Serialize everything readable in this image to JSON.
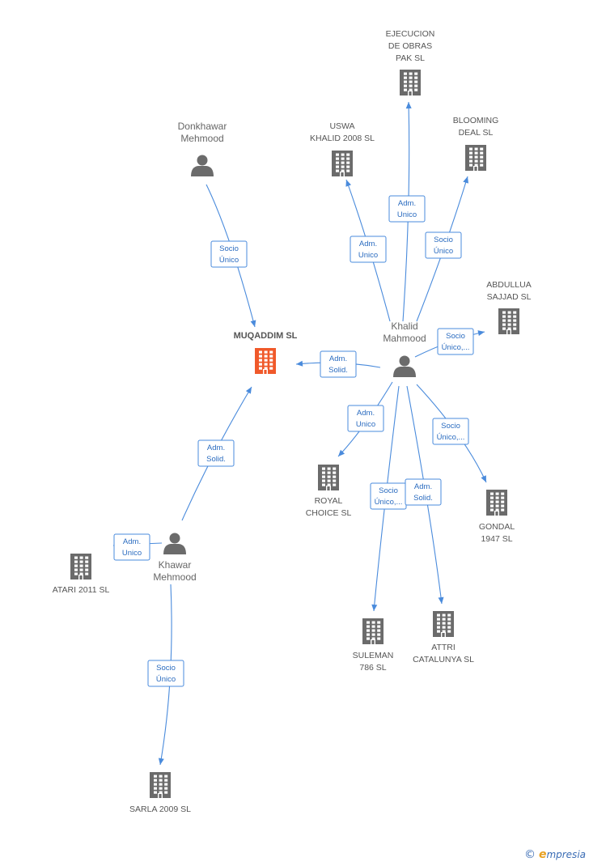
{
  "colors": {
    "edge": "#4a8bdc",
    "label_text": "#2b6cc0",
    "company_icon": "#6b6b6b",
    "main_company_icon": "#f0592a",
    "person_icon": "#6b6b6b",
    "node_text": "#555555"
  },
  "nodes": [
    {
      "id": "muqaddim",
      "kind": "company",
      "main": true,
      "lines": [
        "MUQADDIM SL"
      ]
    },
    {
      "id": "donkhawar",
      "kind": "person",
      "lines": [
        "Donkhawar",
        "Mehmood"
      ]
    },
    {
      "id": "khalid",
      "kind": "person",
      "lines": [
        "Khalid",
        "Mahmood"
      ]
    },
    {
      "id": "khawar",
      "kind": "person",
      "lines": [
        "Khawar",
        "Mehmood"
      ]
    },
    {
      "id": "ejecucion",
      "kind": "company",
      "lines": [
        "EJECUCION",
        "DE OBRAS",
        "PAK SL"
      ]
    },
    {
      "id": "uswa",
      "kind": "company",
      "lines": [
        "USWA",
        "KHALID 2008  SL"
      ]
    },
    {
      "id": "blooming",
      "kind": "company",
      "lines": [
        "BLOOMING",
        "DEAL  SL"
      ]
    },
    {
      "id": "abdullua",
      "kind": "company",
      "lines": [
        "ABDULLUA",
        "SAJJAD  SL"
      ]
    },
    {
      "id": "royal",
      "kind": "company",
      "lines": [
        "ROYAL",
        "CHOICE SL"
      ]
    },
    {
      "id": "gondal",
      "kind": "company",
      "lines": [
        "GONDAL",
        "1947  SL"
      ]
    },
    {
      "id": "suleman",
      "kind": "company",
      "lines": [
        "SULEMAN",
        "786 SL"
      ]
    },
    {
      "id": "attri",
      "kind": "company",
      "lines": [
        "ATTRI",
        "CATALUNYA SL"
      ]
    },
    {
      "id": "atari",
      "kind": "company",
      "lines": [
        "ATARI 2011 SL"
      ]
    },
    {
      "id": "sarla",
      "kind": "company",
      "lines": [
        "SARLA 2009 SL"
      ]
    }
  ],
  "edges": [
    {
      "from": "donkhawar",
      "to": "muqaddim",
      "label": [
        "Socio",
        "Único"
      ]
    },
    {
      "from": "khalid",
      "to": "muqaddim",
      "label": [
        "Adm.",
        "Solid."
      ]
    },
    {
      "from": "khawar",
      "to": "muqaddim",
      "label": [
        "Adm.",
        "Solid."
      ]
    },
    {
      "from": "khalid",
      "to": "ejecucion",
      "label": [
        "Adm.",
        "Unico"
      ]
    },
    {
      "from": "khalid",
      "to": "uswa",
      "label": [
        "Adm.",
        "Unico"
      ]
    },
    {
      "from": "khalid",
      "to": "blooming",
      "label": [
        "Socio",
        "Único"
      ]
    },
    {
      "from": "khalid",
      "to": "abdullua",
      "label": [
        "Socio",
        "Único,..."
      ]
    },
    {
      "from": "khalid",
      "to": "royal",
      "label": [
        "Adm.",
        "Unico"
      ]
    },
    {
      "from": "khalid",
      "to": "gondal",
      "label": [
        "Socio",
        "Único,..."
      ]
    },
    {
      "from": "khalid",
      "to": "suleman",
      "label": [
        "Socio",
        "Único,..."
      ]
    },
    {
      "from": "khalid",
      "to": "attri",
      "label": [
        "Adm.",
        "Solid."
      ]
    },
    {
      "from": "khawar",
      "to": "atari",
      "label": [
        "Adm.",
        "Unico"
      ]
    },
    {
      "from": "khawar",
      "to": "sarla",
      "label": [
        "Socio",
        "Único"
      ]
    }
  ],
  "footer": {
    "copyright_symbol": "©",
    "brand_first": "e",
    "brand_rest": "mpresia"
  }
}
